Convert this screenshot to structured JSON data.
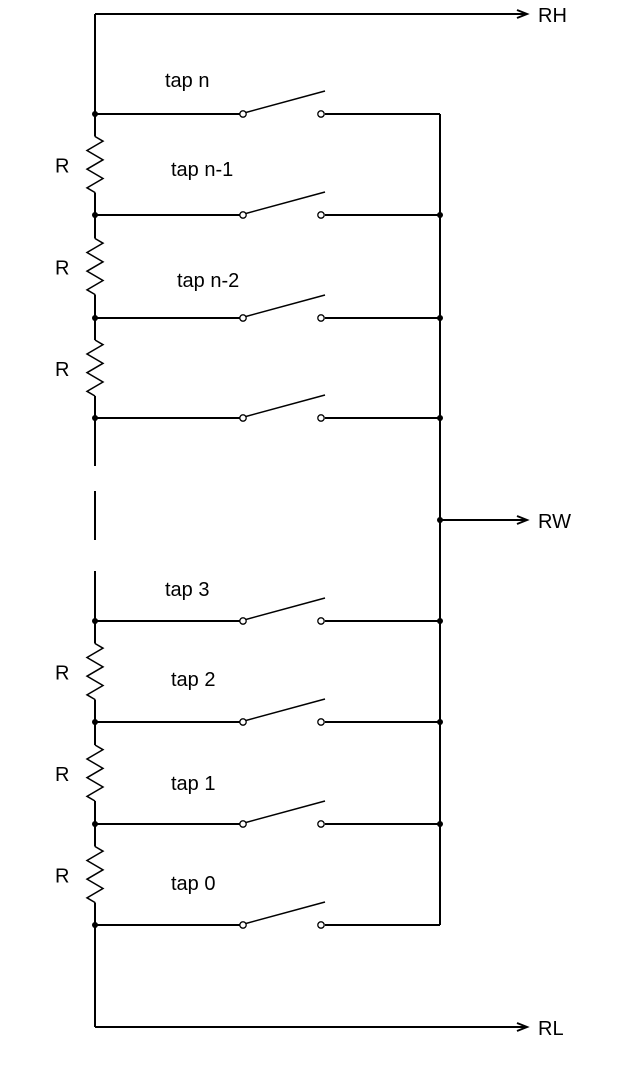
{
  "terminals": {
    "high": "RH",
    "wiper": "RW",
    "low": "RL"
  },
  "resistor_label": "R",
  "resistor_count_visible": 6,
  "taps": [
    {
      "id": "n",
      "label": "tap n"
    },
    {
      "id": "n-1",
      "label": "tap n-1"
    },
    {
      "id": "n-2",
      "label": "tap n-2"
    },
    {
      "id": "unlabeled",
      "label": ""
    },
    {
      "id": "3",
      "label": "tap 3"
    },
    {
      "id": "2",
      "label": "tap 2"
    },
    {
      "id": "1",
      "label": "tap 1"
    },
    {
      "id": "0",
      "label": "tap 0"
    }
  ],
  "colors": {
    "line": "#000000",
    "background": "#ffffff"
  }
}
